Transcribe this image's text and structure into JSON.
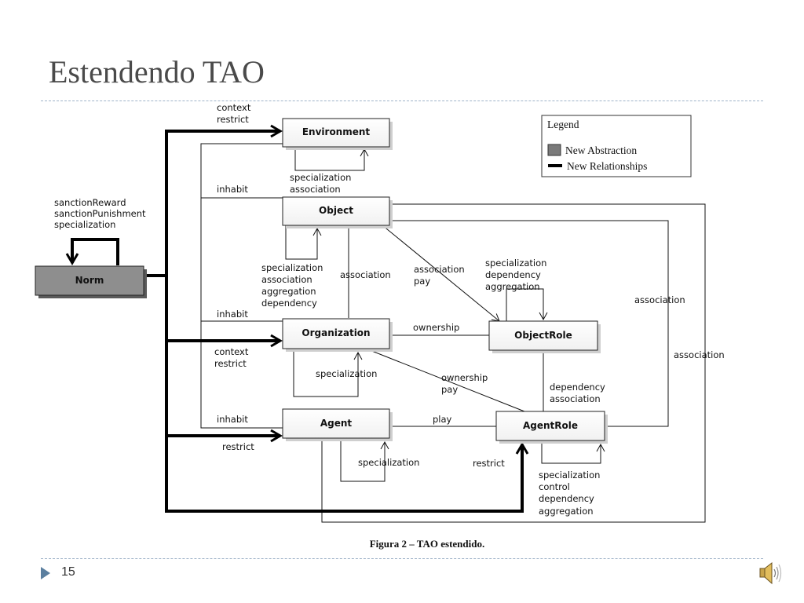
{
  "slide": {
    "title": "Estendendo TAO",
    "number": "15"
  },
  "legend": {
    "title": "Legend",
    "new_abstraction": "New Abstraction",
    "new_relationships": "New Relationships"
  },
  "classes": {
    "environment": "Environment",
    "object": "Object",
    "organization": "Organization",
    "agent": "Agent",
    "object_role": "ObjectRole",
    "agent_role": "AgentRole",
    "norm": "Norm"
  },
  "labels": {
    "context_top": "context",
    "restrict_top": "restrict",
    "env_self_1": "specialization",
    "env_self_2": "association",
    "inhabit_object": "inhabit",
    "norm_self_1": "sanctionReward",
    "norm_self_2": "sanctionPunishment",
    "norm_self_3": "specialization",
    "obj_self_1": "specialization",
    "obj_self_2": "association",
    "obj_self_3": "aggregation",
    "obj_self_4": "dependency",
    "obj_org_assoc": "association",
    "obj_objrole_1": "association",
    "obj_objrole_2": "pay",
    "objrole_self_1": "specialization",
    "objrole_self_2": "dependency",
    "objrole_self_3": "aggregation",
    "inhabit_org": "inhabit",
    "ownership": "ownership",
    "right_assoc_1": "association",
    "right_assoc_2": "association",
    "context_mid": "context",
    "restrict_mid": "restrict",
    "org_self": "specialization",
    "org_agentrole_1": "ownership",
    "org_agentrole_2": "pay",
    "objrole_agentrole_1": "dependency",
    "objrole_agentrole_2": "association",
    "inhabit_agent": "inhabit",
    "play": "play",
    "restrict_agent": "restrict",
    "agent_self": "specialization",
    "restrict_agentrole": "restrict",
    "agentrole_self_1": "specialization",
    "agentrole_self_2": "control",
    "agentrole_self_3": "dependency",
    "agentrole_self_4": "aggregation"
  },
  "caption": "Figura 2 – TAO estendido."
}
